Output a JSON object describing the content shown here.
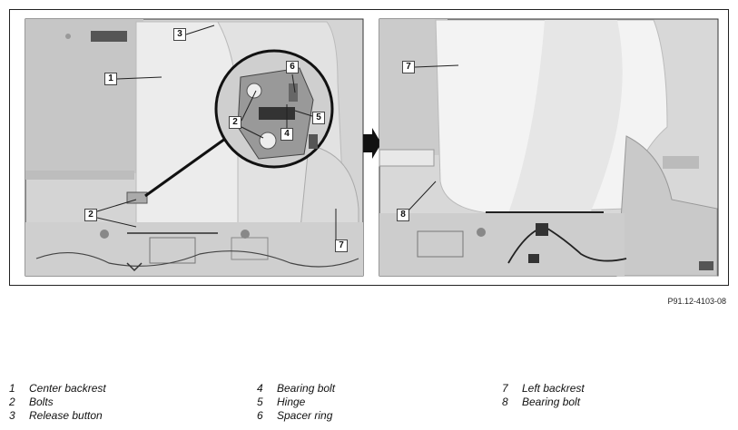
{
  "callouts": {
    "c1": "1",
    "c2_upper": "2",
    "c2_lower": "2",
    "c3": "3",
    "c4": "4",
    "c5": "5",
    "c6": "6",
    "c7_left": "7",
    "c7_right": "7",
    "c8": "8"
  },
  "figure_id": "P91.12-4103-08",
  "legend": [
    {
      "num": "1",
      "label": "Center backrest"
    },
    {
      "num": "2",
      "label": "Bolts"
    },
    {
      "num": "3",
      "label": "Release button"
    },
    {
      "num": "4",
      "label": "Bearing bolt"
    },
    {
      "num": "5",
      "label": "Hinge"
    },
    {
      "num": "6",
      "label": "Spacer ring"
    },
    {
      "num": "7",
      "label": "Left backrest"
    },
    {
      "num": "8",
      "label": "Bearing bolt"
    }
  ],
  "colors": {
    "panel_bg": "#d9d9d9",
    "seat_light": "#f2f2f2",
    "seat_mid": "#c8c8c8",
    "dark": "#1a1a1a"
  }
}
